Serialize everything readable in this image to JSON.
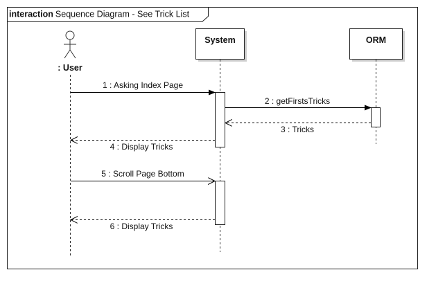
{
  "frame": {
    "keyword": "interaction",
    "title": "Sequence Diagram - See  Trick List"
  },
  "participants": {
    "user": "User",
    "system": "System",
    "orm": "ORM"
  },
  "messages": [
    {
      "label": "1 : Asking Index Page",
      "from": "user",
      "to": "system",
      "kind": "sync"
    },
    {
      "label": "2 : getFirstsTricks",
      "from": "system",
      "to": "orm",
      "kind": "sync"
    },
    {
      "label": "3 : Tricks",
      "from": "orm",
      "to": "system",
      "kind": "reply"
    },
    {
      "label": "4 : Display Tricks",
      "from": "system",
      "to": "user",
      "kind": "reply"
    },
    {
      "label": "5 : Scroll Page Bottom",
      "from": "user",
      "to": "system",
      "kind": "async"
    },
    {
      "label": "6 : Display Tricks",
      "from": "system",
      "to": "user",
      "kind": "reply"
    }
  ]
}
